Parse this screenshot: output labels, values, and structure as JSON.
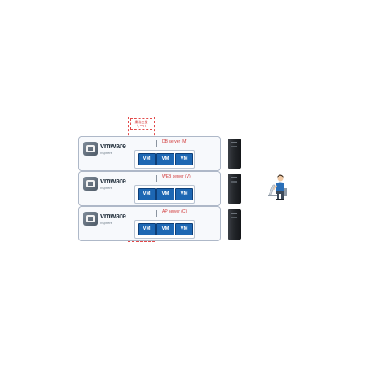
{
  "stack": {
    "label_line1": "業務支援",
    "label_line2": "サーバ"
  },
  "rows": [
    {
      "brand": "vmware",
      "sub": "vSphere",
      "server": "DB server (M)",
      "vms": [
        "VM",
        "VM",
        "VM"
      ]
    },
    {
      "brand": "vmware",
      "sub": "vSphere",
      "server": "WEB server (V)",
      "vms": [
        "VM",
        "VM",
        "VM"
      ]
    },
    {
      "brand": "vmware",
      "sub": "vSphere",
      "server": "AP server (C)",
      "vms": [
        "VM",
        "VM",
        "VM"
      ]
    }
  ],
  "icons": {
    "logo": "vmware-logo-icon",
    "tower": "server-tower-icon",
    "user": "person-at-laptop-icon"
  },
  "colors": {
    "vm_box": "#1d67b3",
    "dashed_highlight": "#e24a4a",
    "server_label": "#d13a3a"
  }
}
